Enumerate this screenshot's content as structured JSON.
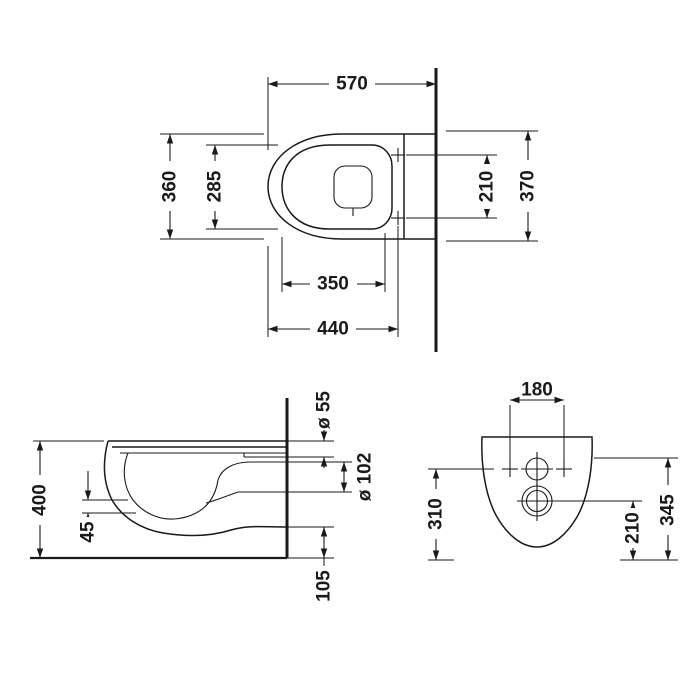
{
  "colors": {
    "ink": "#1a1a1a",
    "background": "#ffffff"
  },
  "top_view": {
    "overall_depth": "570",
    "outer_width": "360",
    "inner_width": "285",
    "fixing_spacing": "210",
    "outer_width_right": "370",
    "seat_length": "350",
    "fixing_depth": "440"
  },
  "side_view": {
    "height": "400",
    "front_offset": "45",
    "flush_diameter": "ø 55",
    "outlet_diameter": "ø 102",
    "outlet_height": "105"
  },
  "front_view": {
    "fixing_spacing": "180",
    "height_left": "310",
    "inlet_height": "210",
    "height_right": "345"
  }
}
